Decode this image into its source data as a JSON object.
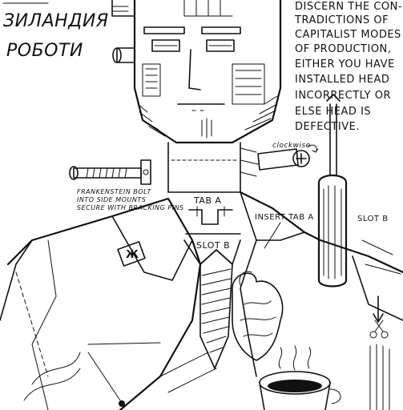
{
  "title_lines": [
    "ЗИЛАНДИЯ",
    "РОБОТИ"
  ],
  "instruction_lines": [
    "DISCERN THE CON-",
    "TRADICTIONS OF",
    "CAPITALIST MODES",
    "OF PRODUCTION,",
    "EITHER YOU HAVE",
    "INSTALLED HEAD",
    "INCORRECTLY OR",
    "ELSE HEAD IS",
    "DEFECTIVE."
  ],
  "labels": {
    "clockwise": "clockwise",
    "bolt_line1": "FRANKENSTEIN BOLT",
    "bolt_line2": "INTO SIDE MOUNTS",
    "bolt_line3": "SECURE WITH BRACKING PINS",
    "tab_a": "TAB A",
    "slot_b": "SLOT B",
    "insert_tab": "INSERT TAB A",
    "slot_b_right": "SLOT B",
    "lapel_badge": "Ж"
  }
}
